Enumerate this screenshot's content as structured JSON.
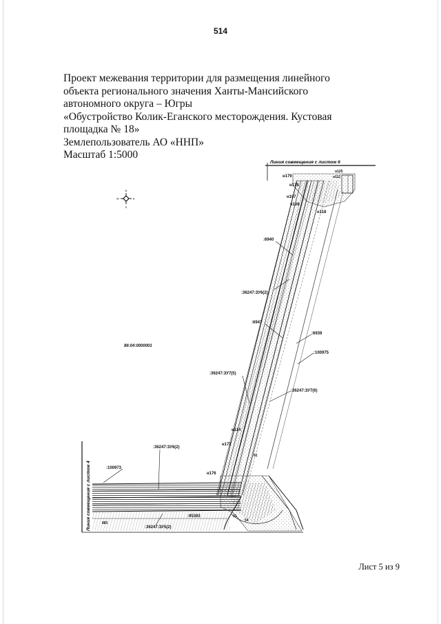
{
  "page_number": "514",
  "title_lines": [
    "Проект межевания территории для размещения линейного",
    "объекта регионального значения Ханты-Мансийского",
    "автономного округа – Югры",
    "«Обустройство Колик-Еганского месторождения. Кустовая",
    "площадка № 18»",
    "Землепользователь АО «ННП»",
    "Масштаб 1:5000"
  ],
  "sheet_label": "Лист 5 из 9",
  "map": {
    "match_line_top": "Линия совмещения с листом 6",
    "match_line_left": "Линия совмещения с листом 4",
    "compass": {
      "n": "N",
      "s": "S",
      "w": "W",
      "e": "E"
    },
    "block_label": "86:04:0000001",
    "labels": {
      "p6940": ":6940",
      "zu6_2_a": ":36247:ЗУ6(2)",
      "p6947": ":6947",
      "p6939": ":6939",
      "p100975": ":100975",
      "zu7_5": ":36247:ЗУ7(5)",
      "zu7_6": ":36247:ЗУ7(6)",
      "n114": "н114",
      "n177": "н177",
      "zu6_2_b": ":36247:ЗУ6(2)",
      "p100973": ":100973",
      "n176": "н176",
      "p95393": ":95393",
      "zu5_2": ":36247:ЗУ5(2)",
      "n179": "н179",
      "n178": "н178",
      "n107": "н107",
      "n108": "н108",
      "n118": "н118",
      "n112": "н112",
      "n125": "н125",
      "n61": "61",
      "n91": "91",
      "n54": "54",
      "n883": "883"
    }
  }
}
